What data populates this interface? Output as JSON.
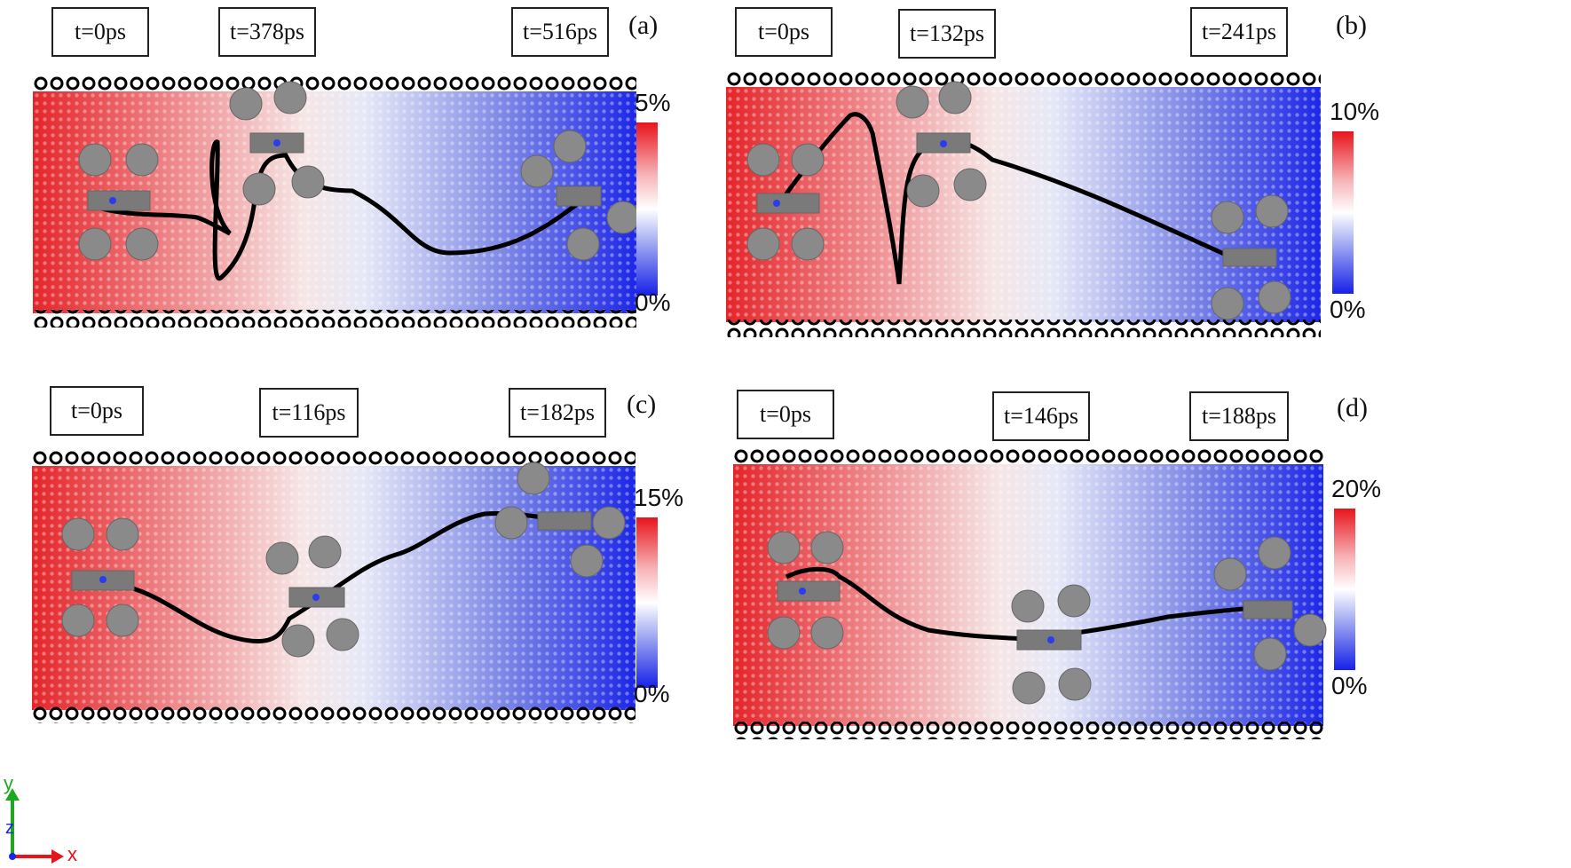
{
  "panels": [
    {
      "label": "(a)",
      "times": [
        "t=0ps",
        "t=378ps",
        "t=516ps"
      ],
      "colorbar": {
        "max": "5%",
        "min": "0%"
      }
    },
    {
      "label": "(b)",
      "times": [
        "t=0ps",
        "t=132ps",
        "t=241ps"
      ],
      "colorbar": {
        "max": "10%",
        "min": "0%"
      }
    },
    {
      "label": "(c)",
      "times": [
        "t=0ps",
        "t=116ps",
        "t=182ps"
      ],
      "colorbar": {
        "max": "15%",
        "min": "0%"
      }
    },
    {
      "label": "(d)",
      "times": [
        "t=0ps",
        "t=146ps",
        "t=188ps"
      ],
      "colorbar": {
        "max": "20%",
        "min": "0%"
      }
    }
  ],
  "axes": {
    "y": "y",
    "z": "z",
    "x": "x"
  },
  "colors": {
    "high": "#e8141c",
    "mid": "#ffffff",
    "low": "#1620e8",
    "edge": "#000000",
    "molecule": "#8a8a8a",
    "nitrogen": "#2b3cf0"
  }
}
